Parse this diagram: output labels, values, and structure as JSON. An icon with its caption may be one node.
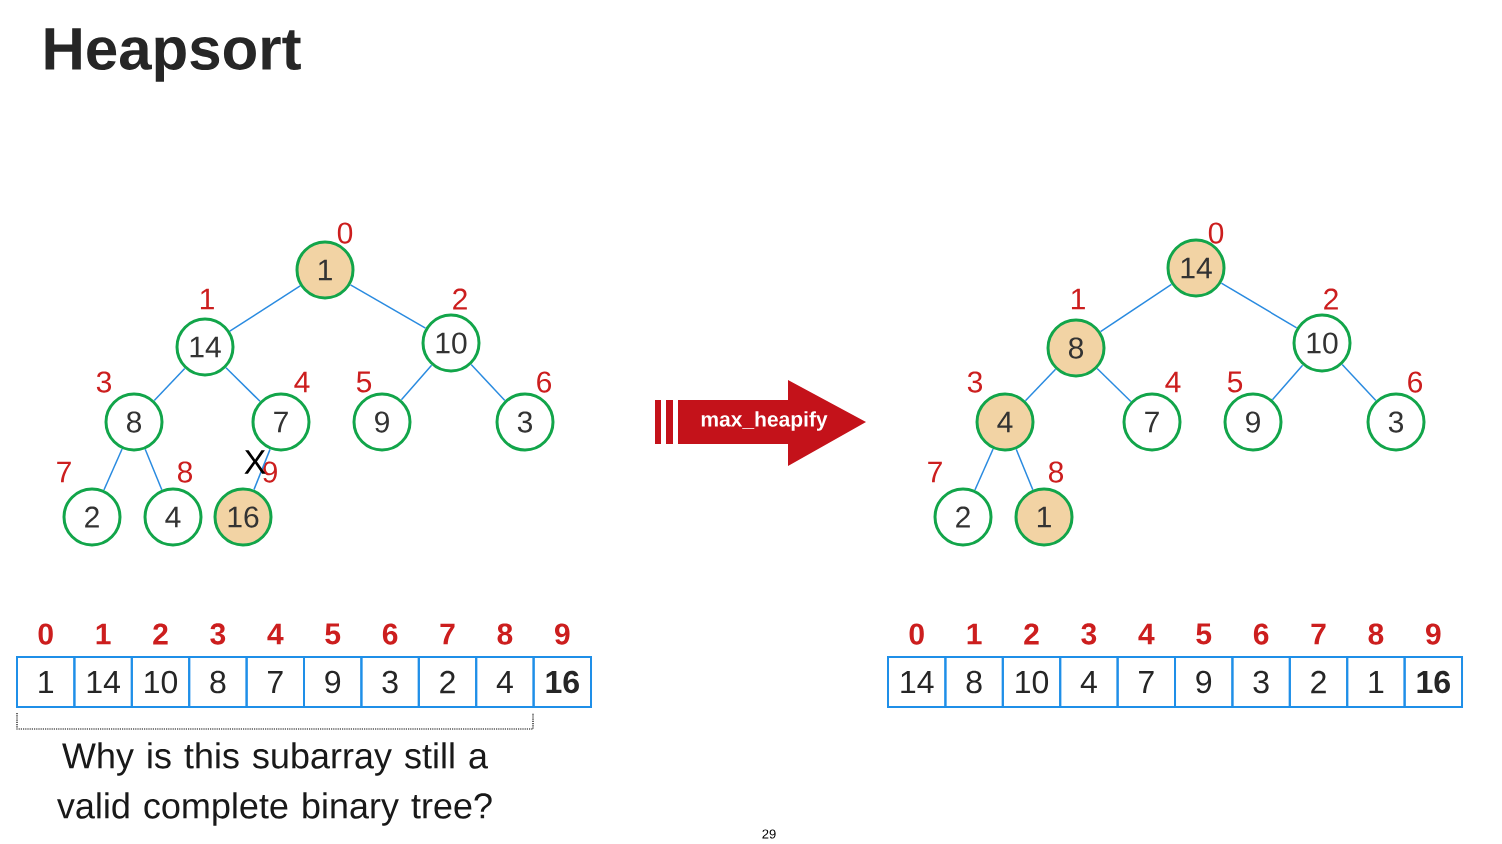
{
  "diagram": {
    "title": "Heapsort",
    "nodes": [
      {
        "text": [
          "1"
        ],
        "beside": [
          "0"
        ]
      },
      {
        "text": [
          "14"
        ],
        "beside": [
          "1"
        ]
      },
      {
        "text": [
          "10"
        ],
        "beside": [
          "2"
        ]
      },
      {
        "text": [
          "8"
        ],
        "beside": [
          "3"
        ]
      },
      {
        "text": [
          "7"
        ],
        "beside": [
          "4"
        ]
      },
      {
        "text": [
          "9"
        ],
        "beside": [
          "5"
        ]
      },
      {
        "text": [
          "3"
        ],
        "beside": [
          "6"
        ]
      },
      {
        "text": [
          "2"
        ],
        "beside": [
          "7"
        ]
      },
      {
        "text": [
          "4"
        ],
        "beside": [
          "8"
        ]
      },
      {
        "text": [
          "16"
        ],
        "beside": [
          "9"
        ]
      },
      {
        "text": [
          "max_heapify"
        ]
      },
      {
        "text": [
          "14"
        ],
        "beside": [
          "0"
        ]
      },
      {
        "text": [
          "8"
        ],
        "beside": [
          "1"
        ]
      },
      {
        "text": [
          "10"
        ],
        "beside": [
          "2"
        ]
      },
      {
        "text": [
          "4"
        ],
        "beside": [
          "3"
        ]
      },
      {
        "text": [
          "7"
        ],
        "beside": [
          "4"
        ]
      },
      {
        "text": [
          "9"
        ],
        "beside": [
          "5"
        ]
      },
      {
        "text": [
          "3"
        ],
        "beside": [
          "6"
        ]
      },
      {
        "text": [
          "2"
        ],
        "beside": [
          "7"
        ]
      },
      {
        "text": [
          "1"
        ],
        "beside": [
          "8"
        ]
      },
      {
        "text": [
          "1"
        ]
      },
      {
        "text": [
          "14"
        ]
      },
      {
        "text": [
          "10"
        ]
      },
      {
        "text": [
          "8"
        ]
      },
      {
        "text": [
          "7"
        ]
      },
      {
        "text": [
          "9"
        ]
      },
      {
        "text": [
          "3"
        ]
      },
      {
        "text": [
          "2"
        ]
      },
      {
        "text": [
          "4"
        ]
      },
      {
        "text": [
          "16"
        ]
      },
      {
        "text": [
          "14"
        ]
      },
      {
        "text": [
          "8"
        ]
      },
      {
        "text": [
          "10"
        ]
      },
      {
        "text": [
          "4"
        ]
      },
      {
        "text": [
          "7"
        ]
      },
      {
        "text": [
          "9"
        ]
      },
      {
        "text": [
          "3"
        ]
      },
      {
        "text": [
          "2"
        ]
      },
      {
        "text": [
          "1"
        ]
      },
      {
        "text": [
          "16"
        ]
      }
    ],
    "edges": [
      {
        "from": 0,
        "to": 1,
        "arrow": "none"
      },
      {
        "from": 0,
        "to": 2,
        "arrow": "none"
      },
      {
        "from": 1,
        "to": 3,
        "arrow": "none"
      },
      {
        "from": 1,
        "to": 4,
        "arrow": "none"
      },
      {
        "from": 2,
        "to": 5,
        "arrow": "none"
      },
      {
        "from": 2,
        "to": 6,
        "arrow": "none"
      },
      {
        "from": 3,
        "to": 7,
        "arrow": "none"
      },
      {
        "from": 3,
        "to": 8,
        "arrow": "none"
      },
      {
        "from": 4,
        "to": 9,
        "arrow": "none"
      },
      {
        "from": 11,
        "to": 12,
        "arrow": "none"
      },
      {
        "from": 11,
        "to": 13,
        "arrow": "none"
      },
      {
        "from": 12,
        "to": 14,
        "arrow": "none"
      },
      {
        "from": 12,
        "to": 15,
        "arrow": "none"
      },
      {
        "from": 13,
        "to": 16,
        "arrow": "none"
      },
      {
        "from": 13,
        "to": 17,
        "arrow": "none"
      },
      {
        "from": 14,
        "to": 18,
        "arrow": "none"
      },
      {
        "from": 14,
        "to": 19,
        "arrow": "none"
      }
    ],
    "labels": [
      "X",
      "0",
      "1",
      "2",
      "3",
      "4",
      "5",
      "6",
      "7",
      "8",
      "9",
      "0",
      "1",
      "2",
      "3",
      "4",
      "5",
      "6",
      "7",
      "8",
      "9",
      "Why is this subarray still a valid complete binary tree?",
      "29"
    ]
  }
}
